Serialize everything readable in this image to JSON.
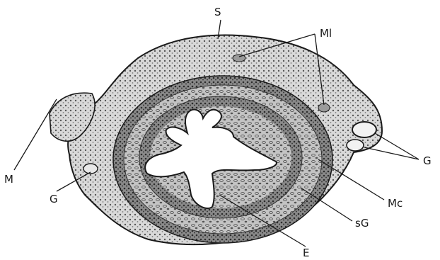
{
  "figure": {
    "labels": {
      "S": "S",
      "Ml": "Ml",
      "M": "M",
      "G_left": "G",
      "G_right": "G",
      "Mc": "Mc",
      "sG": "sG",
      "E": "E"
    },
    "colors": {
      "ink": "#1a1a1a",
      "background": "#ffffff",
      "tissue_light": "#e9e9e9",
      "tissue_mid": "#b8b8b8",
      "tissue_dark": "#6a6a6a",
      "lumen": "#ffffff"
    }
  }
}
